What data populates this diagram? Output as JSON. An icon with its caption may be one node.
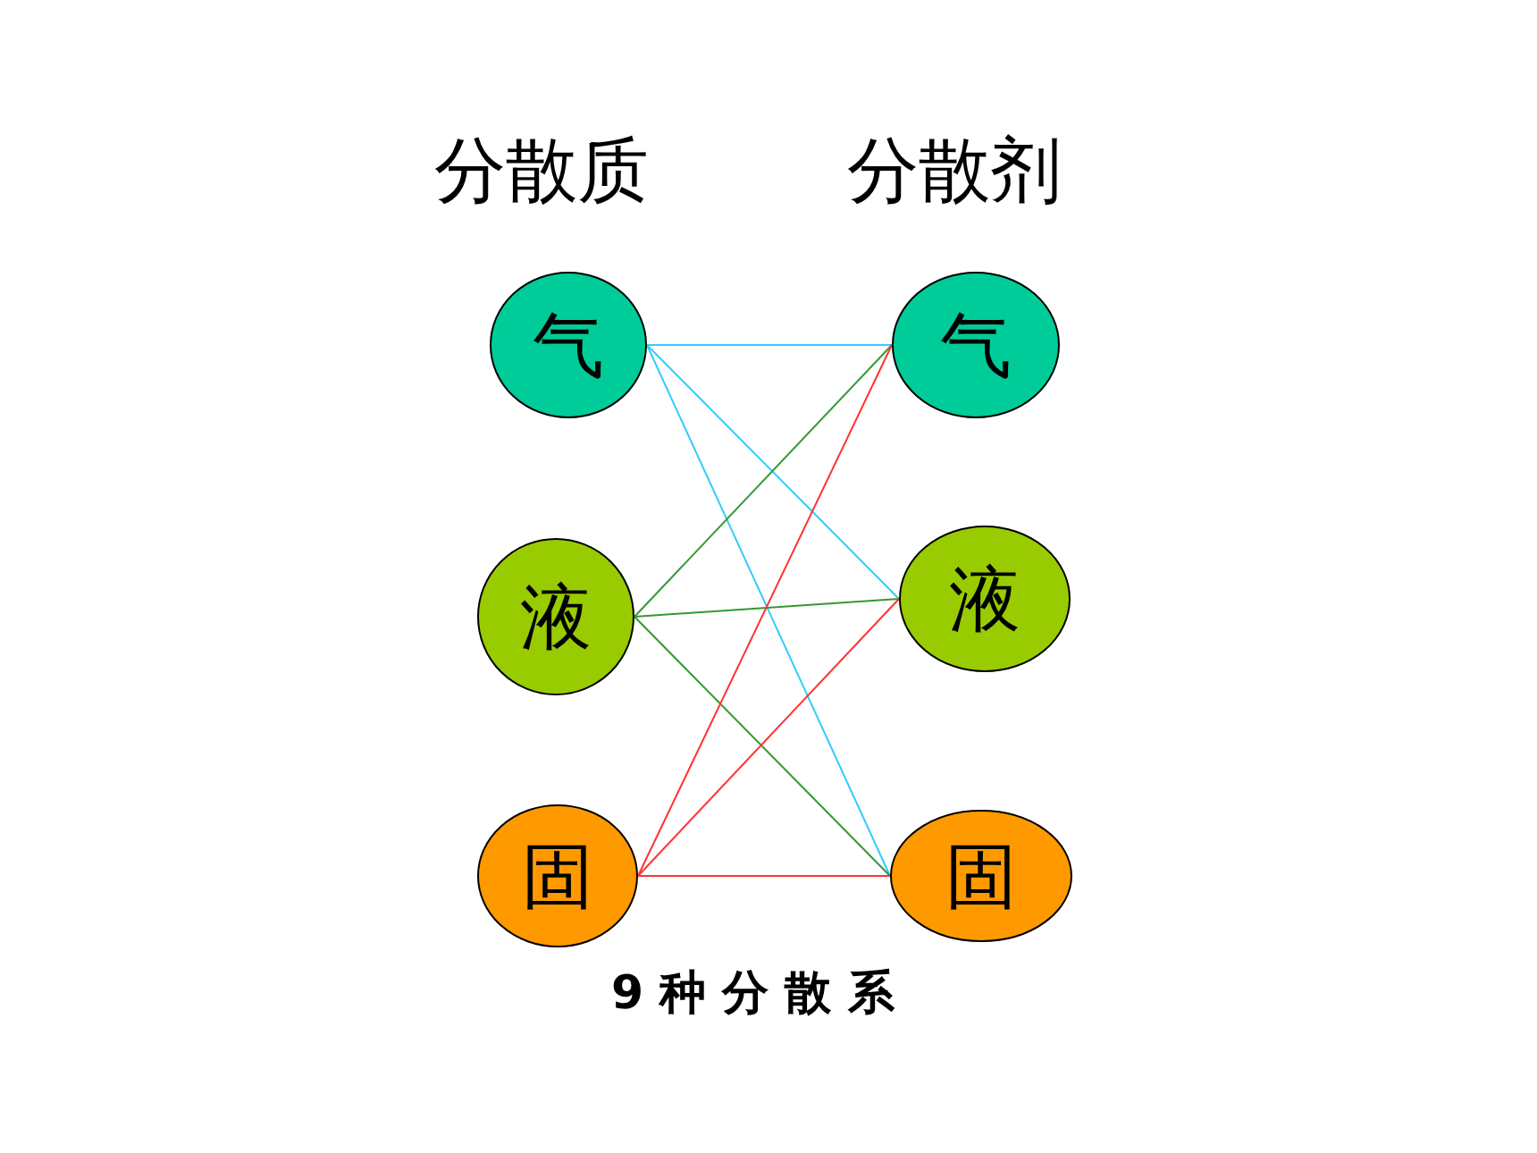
{
  "diagram": {
    "nodes": [
      {
        "text": [
          "气"
        ]
      },
      {
        "text": [
          "液"
        ]
      },
      {
        "text": [
          "固"
        ]
      },
      {
        "text": [
          "气"
        ]
      },
      {
        "text": [
          "液"
        ]
      },
      {
        "text": [
          "固"
        ]
      }
    ],
    "edges": [
      {
        "from": 0,
        "to": 3,
        "arrow": "none",
        "color": "#33ccff"
      },
      {
        "from": 0,
        "to": 4,
        "arrow": "none",
        "color": "#33ccff"
      },
      {
        "from": 0,
        "to": 5,
        "arrow": "none",
        "color": "#33ccff"
      },
      {
        "from": 1,
        "to": 3,
        "arrow": "none",
        "color": "#339933"
      },
      {
        "from": 1,
        "to": 4,
        "arrow": "none",
        "color": "#339933"
      },
      {
        "from": 1,
        "to": 5,
        "arrow": "none",
        "color": "#339933"
      },
      {
        "from": 2,
        "to": 3,
        "arrow": "none",
        "color": "#ff3333"
      },
      {
        "from": 2,
        "to": 4,
        "arrow": "none",
        "color": "#ff3333"
      },
      {
        "from": 2,
        "to": 5,
        "arrow": "none",
        "color": "#ff3333"
      }
    ],
    "labels": [
      "分散质",
      "分散剂",
      "9 种 分 散 系"
    ]
  }
}
